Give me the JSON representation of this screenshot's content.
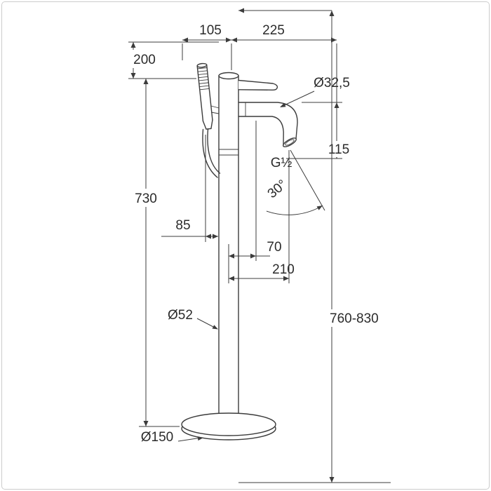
{
  "drawing": {
    "labels": {
      "handShowerHeight": "200",
      "topOffsetLeft": "105",
      "topOffsetRight": "225",
      "spoutDiameter": "Ø32,5",
      "spoutDrop": "115",
      "thread": "G½",
      "spoutAngle": "30°",
      "columnHeight": "730",
      "showerOffset": "85",
      "outletOffsetSmall": "70",
      "outletOffsetLarge": "210",
      "columnDiameter": "Ø52",
      "overallHeight": "760-830",
      "baseDiameter": "Ø150"
    },
    "colors": {
      "line": "#3c3c3c",
      "text": "#2b2b2b",
      "background": "#ffffff",
      "frame": "#cccccc"
    }
  }
}
